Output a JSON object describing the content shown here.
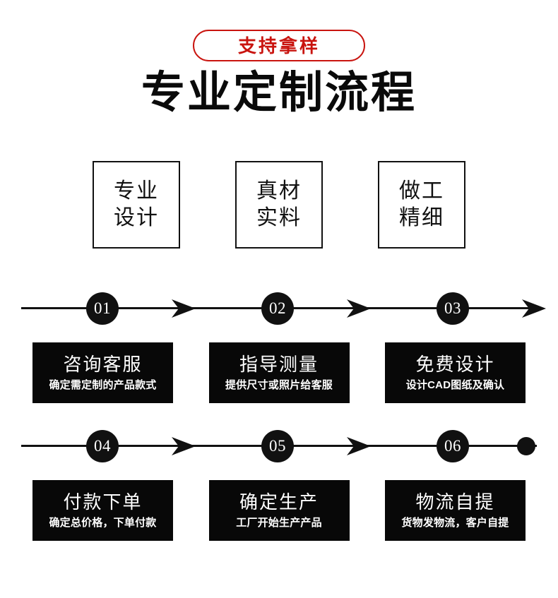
{
  "badge": {
    "label": "支持拿样",
    "color": "#c9140f"
  },
  "title": "专业定制流程",
  "features": [
    {
      "line1": "专业",
      "line2": "设计"
    },
    {
      "line1": "真材",
      "line2": "实料"
    },
    {
      "line1": "做工",
      "line2": "精细"
    }
  ],
  "rows": [
    {
      "steps": [
        {
          "number": "01",
          "title": "咨询客服",
          "subtitle": "确定需定制的产品款式"
        },
        {
          "number": "02",
          "title": "指导测量",
          "subtitle": "提供尺寸或照片给客服"
        },
        {
          "number": "03",
          "title": "免费设计",
          "subtitle": "设计CAD图纸及确认"
        }
      ],
      "end_marker": "arrow"
    },
    {
      "steps": [
        {
          "number": "04",
          "title": "付款下单",
          "subtitle": "确定总价格，下单付款"
        },
        {
          "number": "05",
          "title": "确定生产",
          "subtitle": "工厂开始生产产品"
        },
        {
          "number": "06",
          "title": "物流自提",
          "subtitle": "货物发物流，客户自提"
        }
      ],
      "end_marker": "dot"
    }
  ],
  "colors": {
    "ink": "#111111",
    "box_fill": "#080808",
    "accent_red": "#c9140f",
    "background": "#ffffff"
  }
}
